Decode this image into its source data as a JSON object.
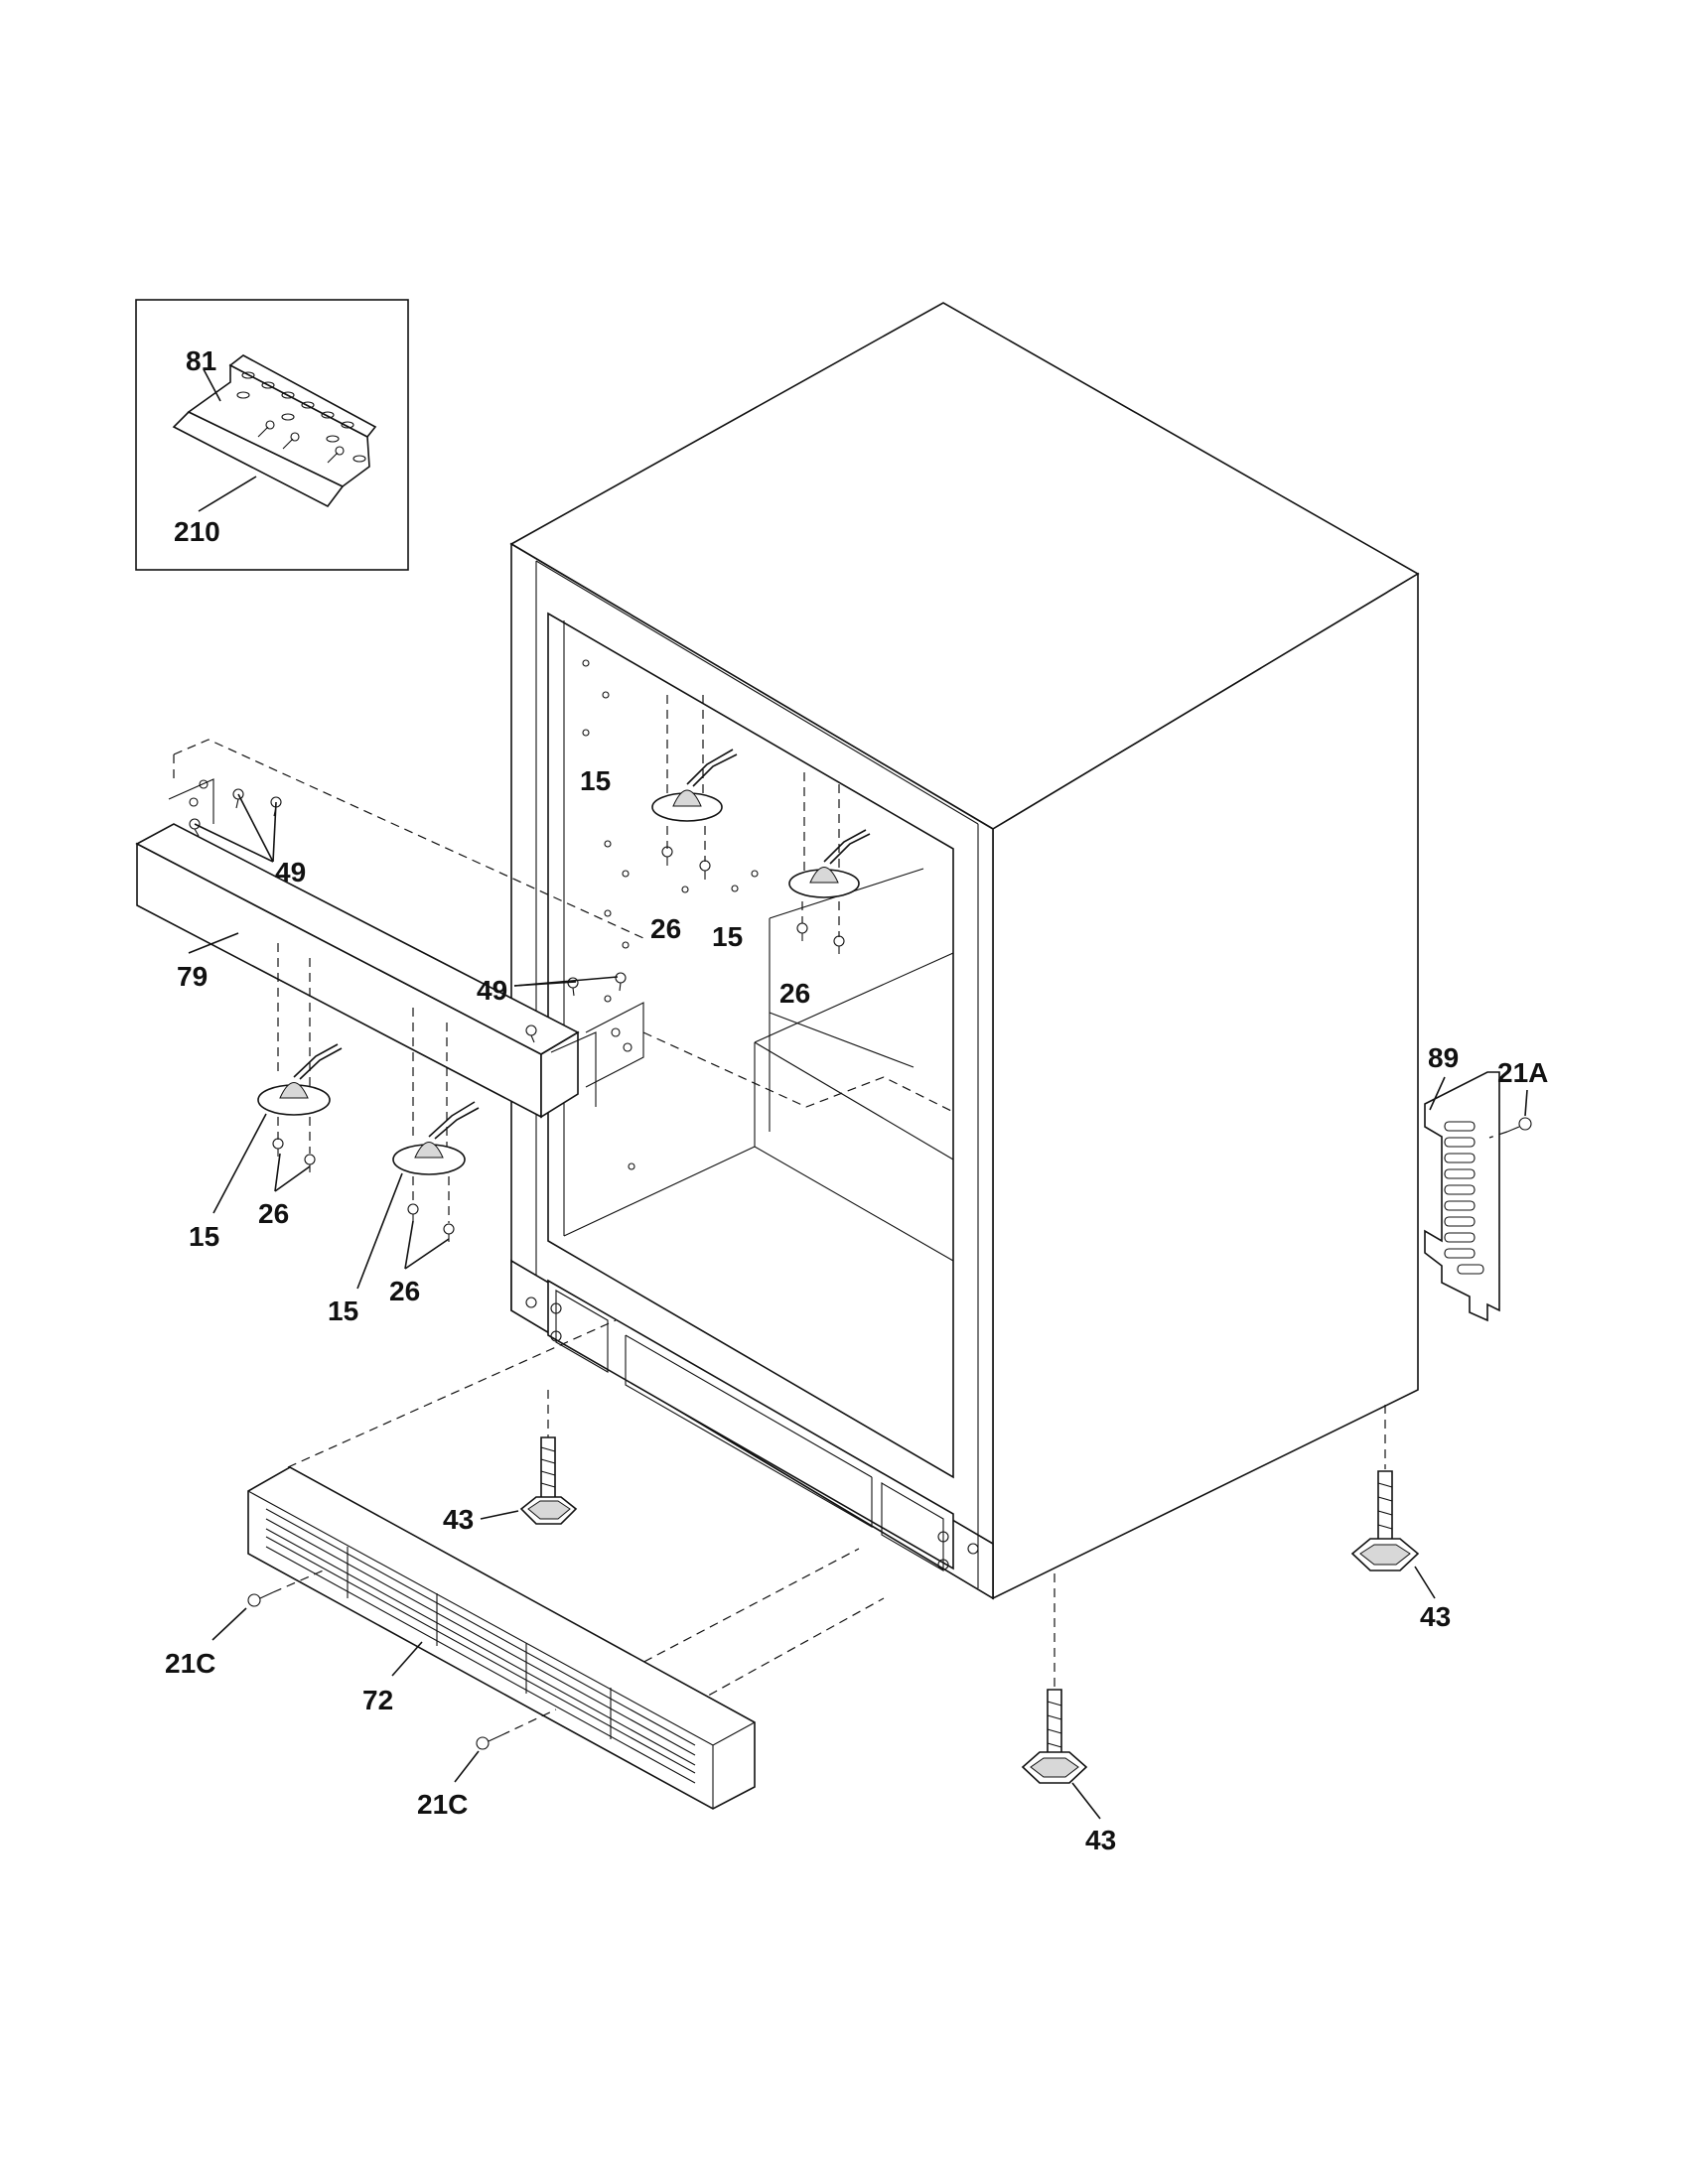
{
  "callouts": {
    "c81": "81",
    "c210": "210",
    "c15_top": "15",
    "c26_top": "26",
    "c15_mid": "15",
    "c26_mid": "26",
    "c49_left": "49",
    "c79": "79",
    "c49_right": "49",
    "c89": "89",
    "c21A": "21A",
    "c15_lowleft": "15",
    "c26_lowleft": "26",
    "c15_lowmid": "15",
    "c26_lowmid": "26",
    "c43_left": "43",
    "c43_right": "43",
    "c43_bottom": "43",
    "c21C_left": "21C",
    "c72": "72",
    "c21C_bottom": "21C"
  }
}
